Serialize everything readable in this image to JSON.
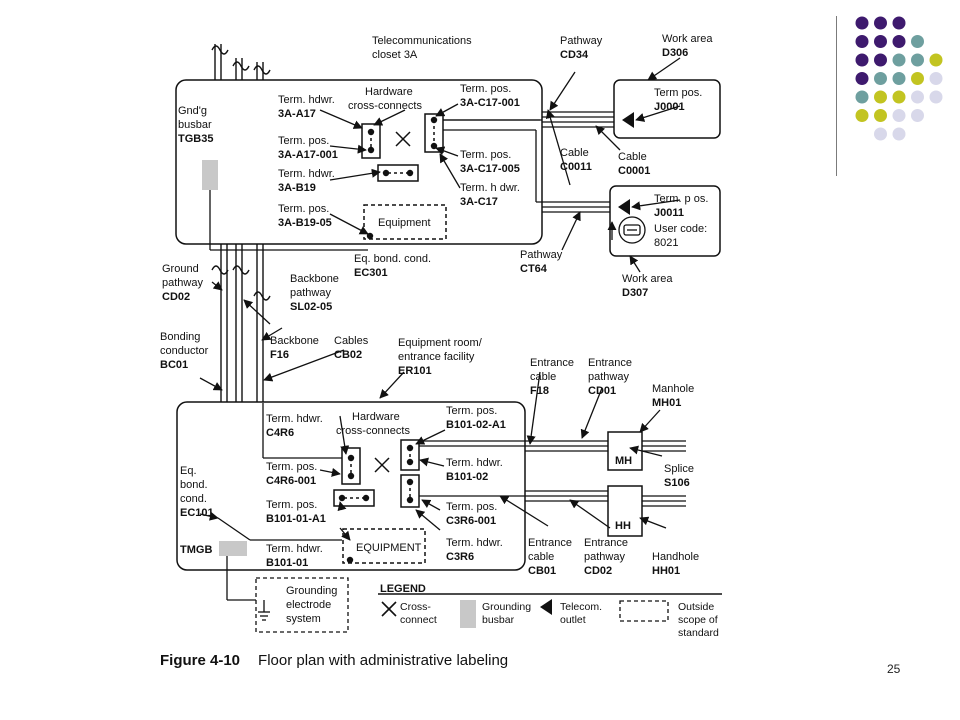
{
  "figure": {
    "number": "Figure 4-10",
    "title": "Floor plan with administrative labeling"
  },
  "page_number": "25",
  "colors": {
    "line": "#111111",
    "busbar": "#c8c8c8",
    "dot_palette": [
      "#3e1a6e",
      "#6e9f9f",
      "#c2c421",
      "#d8d8ea"
    ]
  },
  "labels": {
    "tc_closet": [
      "Telecommunications",
      "closet"
    ],
    "tc_closet_id": "3A",
    "pathway_cd34": [
      "Pathway",
      "CD34"
    ],
    "work_area_d306": [
      "Work area",
      "D306"
    ],
    "gndg_busbar": [
      "Gnd'g",
      "busbar",
      "TGB35"
    ],
    "hw_cross_top": [
      "Hardware",
      "cross-connects"
    ],
    "th_3a_a17": [
      "Term. hdwr.",
      "3A-A17"
    ],
    "tp_3a_c17_001": [
      "Term. pos.",
      "3A-C17-001"
    ],
    "tp_3a_a17_001": [
      "Term. pos.",
      "3A-A17-001"
    ],
    "th_3a_b19": [
      "Term. hdwr.",
      "3A-B19"
    ],
    "tp_3a_c17_005": [
      "Term. pos.",
      "3A-C17-005"
    ],
    "th_3a_c17": [
      "Term. h dwr.",
      "3A-C17"
    ],
    "tp_3a_b19_05": [
      "Term. pos.",
      "3A-B19-05"
    ],
    "equipment_top": "Equipment",
    "cable_c0011": [
      "Cable",
      "C0011"
    ],
    "term_pos_j0001": [
      "Term pos.",
      "J0001"
    ],
    "cable_c0001": [
      "Cable",
      "C0001"
    ],
    "term_pos_j0011": [
      "Term. p os.",
      "J0011"
    ],
    "user_code": [
      "User code:",
      "8021"
    ],
    "eq_bond_ec301": [
      "Eq. bond. cond.",
      "EC301"
    ],
    "pathway_ct64": [
      "Pathway",
      "CT64"
    ],
    "work_area_d307": [
      "Work area",
      "D307"
    ],
    "ground_pathway": [
      "Ground",
      "pathway",
      "CD02"
    ],
    "backbone_pathway": [
      "Backbone",
      "pathway",
      "SL02-05"
    ],
    "backbone_f16": [
      "Backbone",
      "F16"
    ],
    "cables_cb02": [
      "Cables",
      "CB02"
    ],
    "equip_room": [
      "Equipment room/",
      "entrance facility",
      "ER101"
    ],
    "bonding_conductor": [
      "Bonding",
      "conductor",
      "BC01"
    ],
    "entrance_cable_f18": [
      "Entrance",
      "cable",
      "F18"
    ],
    "entrance_pathway_cd01": [
      "Entrance",
      "pathway",
      "CD01"
    ],
    "manhole_mh01": [
      "Manhole",
      "MH01"
    ],
    "hw_cross_bottom": [
      "Hardware",
      "cross-connects"
    ],
    "th_c4r6": [
      "Term. hdwr.",
      "C4R6"
    ],
    "tp_b101_02_a1": [
      "Term. pos.",
      "B101-02-A1"
    ],
    "th_b101_02": [
      "Term. hdwr.",
      "B101-02"
    ],
    "tp_c4r6_001": [
      "Term. pos.",
      "C4R6-001"
    ],
    "splice_s106": [
      "Splice",
      "S106"
    ],
    "tp_c3r6_001": [
      "Term. pos.",
      "C3R6-001"
    ],
    "tp_b101_01_a1": [
      "Term. pos.",
      "B101-01-A1"
    ],
    "eq_bond_ec101": [
      "Eq.",
      "bond.",
      "cond.",
      "EC101"
    ],
    "th_b101_01": [
      "Term. hdwr.",
      "B101-01"
    ],
    "equipment_bottom": "EQUIPMENT",
    "th_c3r6": [
      "Term. hdwr.",
      "C3R6"
    ],
    "entrance_cable_cb01": [
      "Entrance",
      "cable",
      "CB01"
    ],
    "entrance_pathway_cd02": [
      "Entrance",
      "pathway",
      "CD02"
    ],
    "handhole_hh01": [
      "Handhole",
      "HH01"
    ],
    "tmgb": "TMGB",
    "mh": "MH",
    "hh": "HH",
    "grounding_electrode": [
      "Grounding",
      "electrode",
      "system"
    ]
  },
  "legend": {
    "title": "LEGEND",
    "cross_connect": [
      "Cross-",
      "connect"
    ],
    "grounding_busbar": [
      "Grounding",
      "busbar"
    ],
    "telecom_outlet": [
      "Telecom.",
      "outlet"
    ],
    "outside_scope": [
      "Outside",
      "scope of",
      "standard"
    ]
  }
}
